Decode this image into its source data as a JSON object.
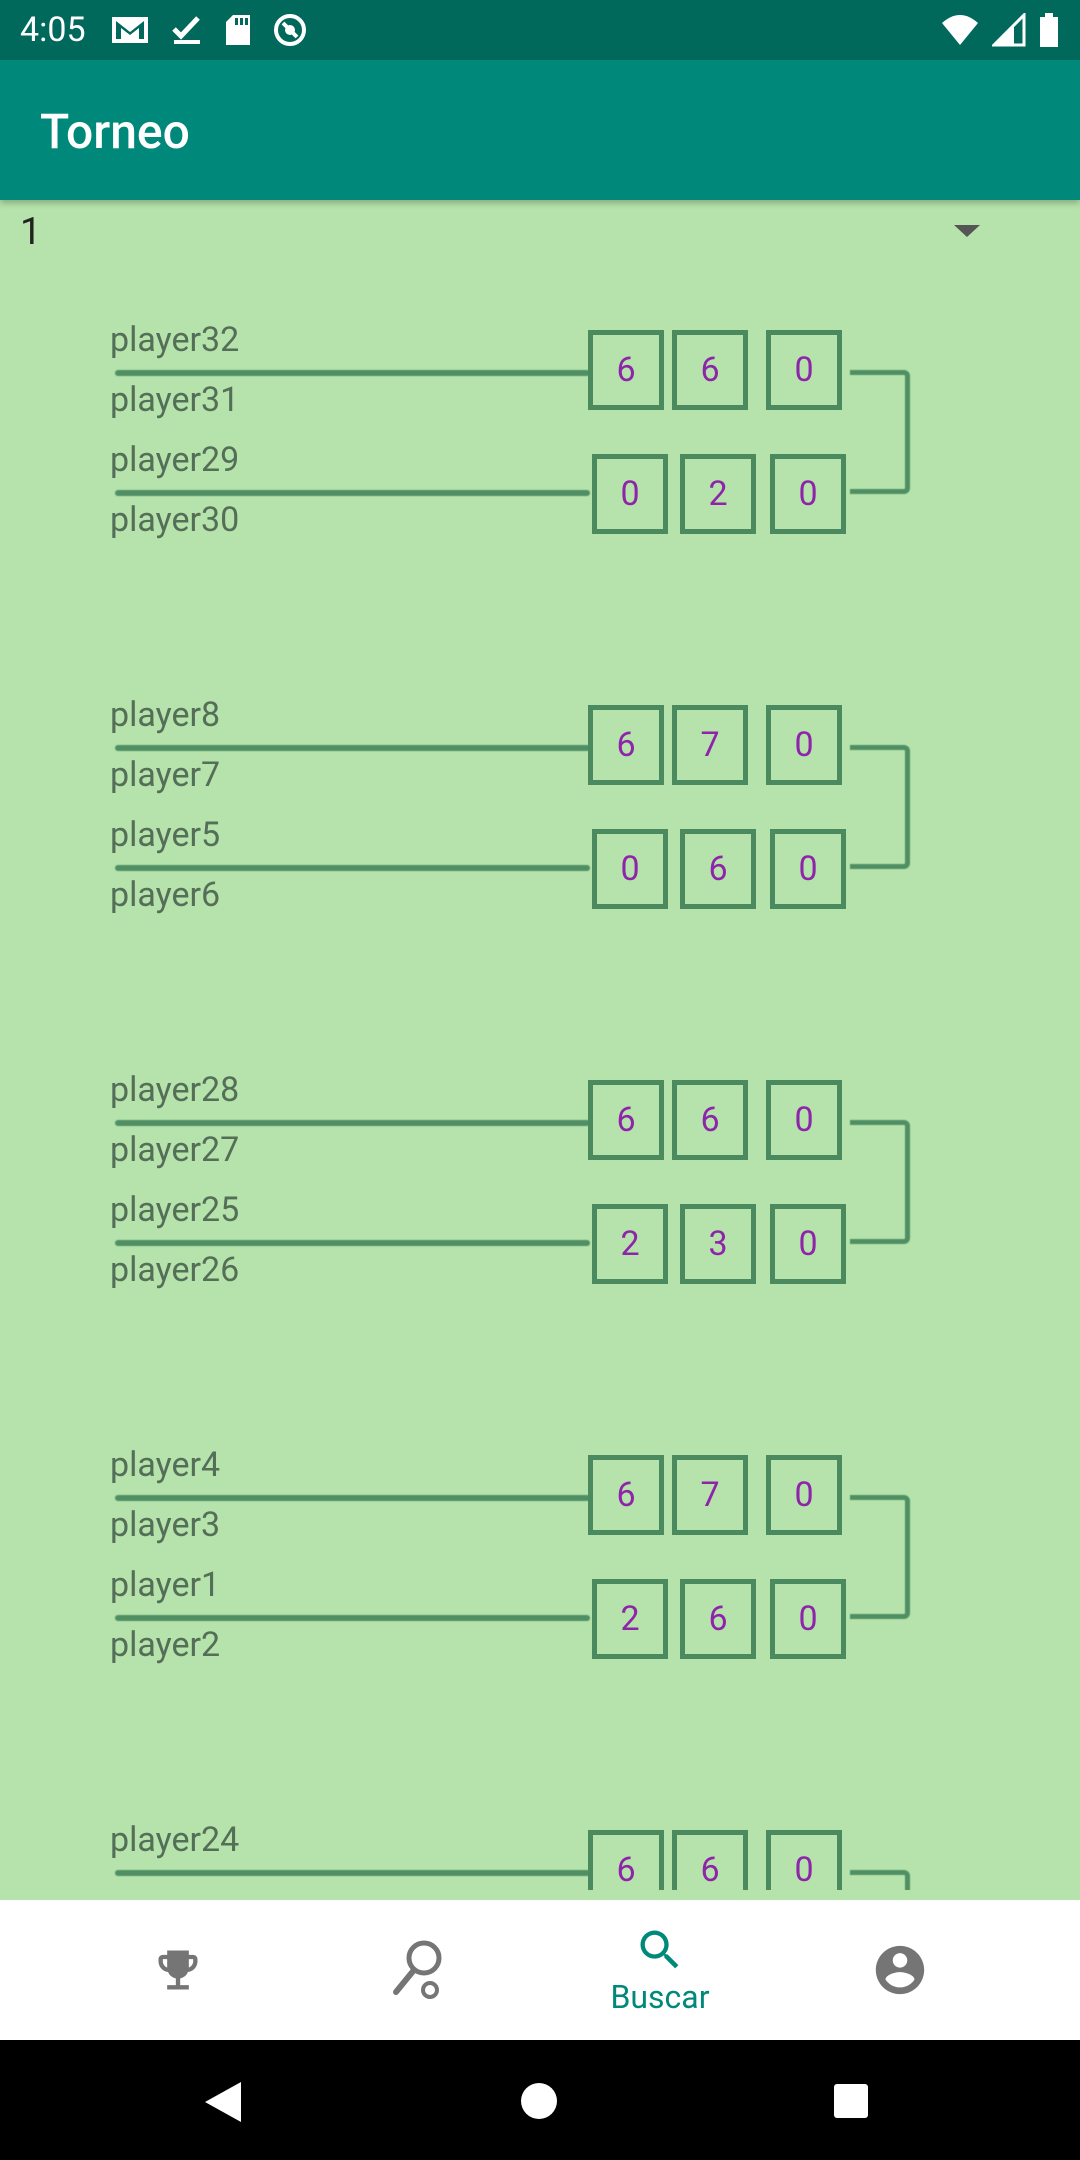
{
  "status": {
    "time": "4:05"
  },
  "appbar": {
    "title": "Torneo"
  },
  "spinner": {
    "value": "1"
  },
  "matches": [
    {
      "top": [
        "player32",
        "player31"
      ],
      "bottom": [
        "player29",
        "player30"
      ],
      "score_top": [
        "6",
        "6",
        "0"
      ],
      "score_bottom": [
        "0",
        "2",
        "0"
      ]
    },
    {
      "top": [
        "player8",
        "player7"
      ],
      "bottom": [
        "player5",
        "player6"
      ],
      "score_top": [
        "6",
        "7",
        "0"
      ],
      "score_bottom": [
        "0",
        "6",
        "0"
      ]
    },
    {
      "top": [
        "player28",
        "player27"
      ],
      "bottom": [
        "player25",
        "player26"
      ],
      "score_top": [
        "6",
        "6",
        "0"
      ],
      "score_bottom": [
        "2",
        "3",
        "0"
      ]
    },
    {
      "top": [
        "player4",
        "player3"
      ],
      "bottom": [
        "player1",
        "player2"
      ],
      "score_top": [
        "6",
        "7",
        "0"
      ],
      "score_bottom": [
        "2",
        "6",
        "0"
      ]
    },
    {
      "top": [
        "player24"
      ],
      "bottom": [],
      "score_top": [
        "6",
        "6",
        "0"
      ],
      "score_bottom": []
    }
  ],
  "bottom_nav": {
    "items": [
      {
        "icon": "trophy-icon"
      },
      {
        "icon": "racket-icon"
      },
      {
        "icon": "search-icon",
        "label": "Buscar"
      },
      {
        "icon": "account-icon"
      }
    ]
  },
  "colors": {
    "background": "#b5e3ab",
    "primary": "#00897b",
    "primary_dark": "#00695c",
    "score_text": "#8e24aa"
  }
}
